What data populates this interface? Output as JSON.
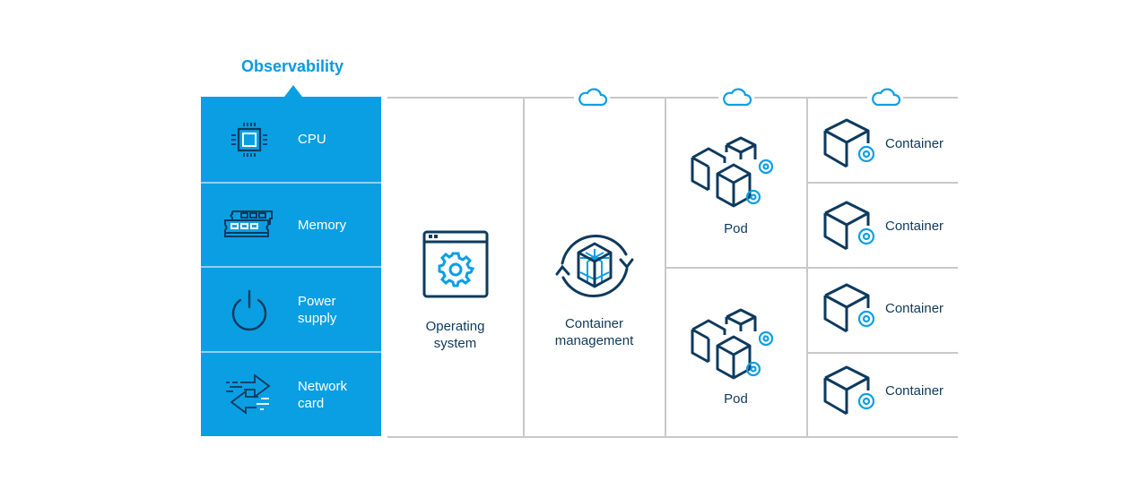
{
  "colors": {
    "accent": "#0a9fe3",
    "dark": "#0d3a5e",
    "title": "#0a9ade",
    "divider": "#c8c8c8"
  },
  "observability": {
    "title": "Observability",
    "items": [
      {
        "label_lines": [
          "CPU"
        ],
        "icon": "cpu-icon"
      },
      {
        "label_lines": [
          "Memory"
        ],
        "icon": "memory-icon"
      },
      {
        "label_lines": [
          "Power",
          "supply"
        ],
        "icon": "power-icon"
      },
      {
        "label_lines": [
          "Network",
          "card"
        ],
        "icon": "network-card-icon"
      }
    ]
  },
  "layers": {
    "operating_system": {
      "label_lines": [
        "Operating",
        "system"
      ],
      "icon": "os-window-gear-icon"
    },
    "container_management": {
      "label_lines": [
        "Container",
        "management"
      ],
      "icon": "container-cycle-icon"
    },
    "pods": [
      {
        "label": "Pod",
        "icon": "pod-icon"
      },
      {
        "label": "Pod",
        "icon": "pod-icon"
      }
    ],
    "containers": [
      {
        "label": "Container",
        "icon": "container-icon"
      },
      {
        "label": "Container",
        "icon": "container-icon"
      },
      {
        "label": "Container",
        "icon": "container-icon"
      },
      {
        "label": "Container",
        "icon": "container-icon"
      }
    ],
    "cloud_icons": [
      "cloud-icon",
      "cloud-icon",
      "cloud-icon"
    ]
  }
}
